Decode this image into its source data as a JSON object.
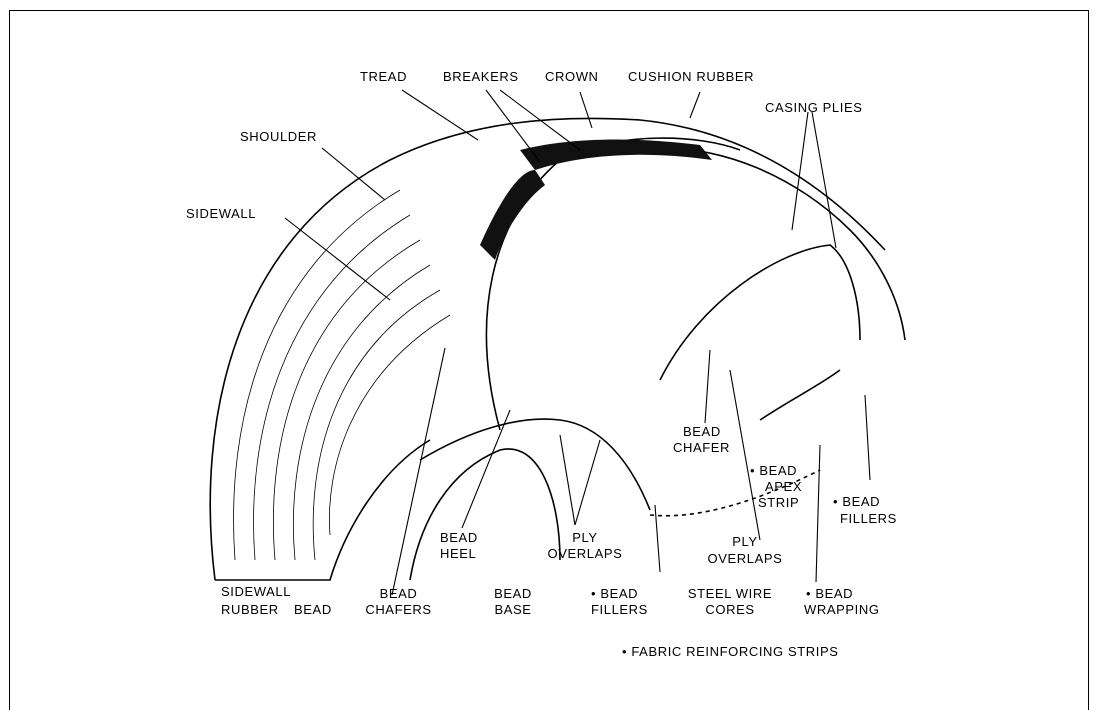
{
  "labels": {
    "tread": "TREAD",
    "breakers": "BREAKERS",
    "crown": "CROWN",
    "cushion_rubber": "CUSHION RUBBER",
    "casing_plies": "CASING PLIES",
    "shoulder": "SHOULDER",
    "sidewall": "SIDEWALL",
    "bead_chafer_1": "BEAD",
    "bead_chafer_2": "CHAFER",
    "bead_apex_1": "• BEAD",
    "bead_apex_2": "APEX",
    "bead_apex_3": "STRIP",
    "bead_fillers_r1": "• BEAD",
    "bead_fillers_r2": "FILLERS",
    "bead_heel_1": "BEAD",
    "bead_heel_2": "HEEL",
    "ply_overlaps_c1": "PLY",
    "ply_overlaps_c2": "OVERLAPS",
    "ply_overlaps_r1": "PLY",
    "ply_overlaps_r2": "OVERLAPS",
    "sidewall_rubber_1": "SIDEWALL",
    "sidewall_rubber_2": "RUBBER",
    "bead": "BEAD",
    "bead_chafers_1": "BEAD",
    "bead_chafers_2": "CHAFERS",
    "bead_base_1": "BEAD",
    "bead_base_2": "BASE",
    "bead_fillers_b1": "• BEAD",
    "bead_fillers_b2": "FILLERS",
    "steel_wire_1": "STEEL WIRE",
    "steel_wire_2": "CORES",
    "bead_wrapping_1": "• BEAD",
    "bead_wrapping_2": "WRAPPING",
    "footnote": "• FABRIC REINFORCING STRIPS"
  }
}
